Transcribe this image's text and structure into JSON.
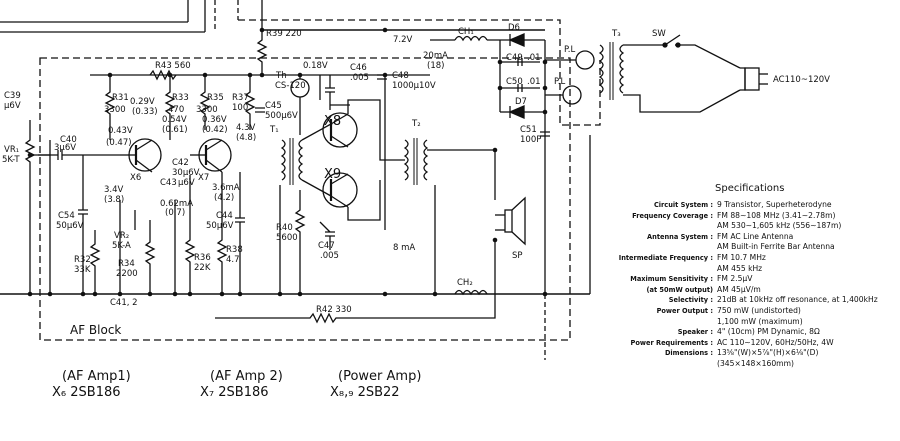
{
  "blocks": {
    "af_block": "AF Block"
  },
  "transistors": {
    "af1_role": "(AF Amp1)",
    "af1_part": "X₆ 2SB186",
    "af2_role": "(AF Amp 2)",
    "af2_part": "X₇ 2SB186",
    "pwr_role": "(Power Amp)",
    "pwr_part": "X₈,₉ 2SB22",
    "x6": "X6",
    "x7": "X7",
    "x8": "X8",
    "x9": "X9"
  },
  "components": {
    "r39": "R39 220",
    "r43": "R43 560",
    "r31": "R31",
    "r31v": "3300",
    "r33": "R33",
    "r33v": "470",
    "r35": "R35",
    "r35v": "3300",
    "r37": "R37",
    "r37v": "100",
    "th": "Th",
    "th_part": "CS-120",
    "c46": "C46",
    "c46v": ".005",
    "c48": "C48",
    "c48v": "1000μ10V",
    "c45": "C45",
    "c45v": "500μ6V",
    "t1": "T₁",
    "t2": "T₂",
    "t3": "T₃",
    "c39": "C39",
    "c39v": "μ6V",
    "vr1": "VR₁",
    "vr1v": "5K-T",
    "c40": "C40",
    "c40v": "3μ6V",
    "c42": "C42",
    "c42v": "30μ6V",
    "c43": "C43",
    "c43v": "μ6V",
    "c54": "C54",
    "c54v": "50μ6V",
    "vr2": "VR₂",
    "vr2v": "5K-A",
    "r32": "R32",
    "r32v": "33K",
    "r34": "R34",
    "r34v": "2200",
    "r36": "R36",
    "r36v": "22K",
    "c44": "C44",
    "c44v": "50μ6V",
    "r38": "R38",
    "r38v": "4.7",
    "r40": "R40",
    "r40v": "5600",
    "c47": "C47",
    "c47v": ".005",
    "r42": "R42 330",
    "c41": "C41, 2",
    "ch1": "CH₁",
    "ch2": "CH₂",
    "d6": "D6",
    "d7": "D7",
    "c49": "C49",
    "c49v": ".01",
    "c50": "C50",
    "c50v": ".01",
    "c51": "C51",
    "c51v": "100P",
    "pl1": "P.L",
    "pl2": "P.L",
    "sw": "SW",
    "sp": "SP",
    "ac": "AC110~120V"
  },
  "readings": {
    "v72": "7.2V",
    "ma20": "20mA",
    "ma20b": "(18)",
    "v018": "0.18V",
    "v029": "0.29V",
    "v029b": "(0.33)",
    "v043": "0.43V",
    "v043b": "(0.47)",
    "v054": "0.54V",
    "v054b": "(0.61)",
    "v036": "0.36V",
    "v036b": "(0.42)",
    "v43": "4.3V",
    "v43b": "(4.8)",
    "ma36": "3.6mA",
    "ma36b": "(4.2)",
    "v34": "3.4V",
    "v34b": "(3.8)",
    "ma062": "0.62mA",
    "ma062b": "(0.7)",
    "ma8": "8 mA"
  },
  "specifications": {
    "title": "Specifications",
    "rows": [
      {
        "k": "Circuit System :",
        "v": "9 Transistor, Superheterodyne"
      },
      {
        "k": "Frequency Coverage :",
        "v": "FM 88~108 MHz (3.41~2.78m)"
      },
      {
        "k": "",
        "v": "AM 530~1,605 kHz (556~187m)"
      },
      {
        "k": "Antenna System :",
        "v": "FM AC Line Antenna"
      },
      {
        "k": "",
        "v": "AM Built-in Ferrite Bar Antenna"
      },
      {
        "k": "Intermediate Frequency :",
        "v": "FM 10.7 MHz"
      },
      {
        "k": "",
        "v": "AM 455 kHz"
      },
      {
        "k": "Maximum Sensitivity :",
        "v": "FM 2.5μV"
      },
      {
        "k": "(at 50mW output)",
        "v": "AM 45μV/m"
      },
      {
        "k": "Selectivity :",
        "v": "21dB at 10kHz off resonance, at 1,400kHz"
      },
      {
        "k": "Power Output :",
        "v": "750 mW (undistorted)"
      },
      {
        "k": "",
        "v": "1,100 mW (maximum)"
      },
      {
        "k": "Speaker :",
        "v": "4\" (10cm) PM Dynamic, 8Ω"
      },
      {
        "k": "Power Requirements :",
        "v": "AC 110~120V, 60Hz/50Hz, 4W"
      },
      {
        "k": "Dimensions :",
        "v": "13⅝\"(W)×5⅞\"(H)×6⅛\"(D)"
      },
      {
        "k": "",
        "v": "(345×148×160mm)"
      }
    ]
  }
}
